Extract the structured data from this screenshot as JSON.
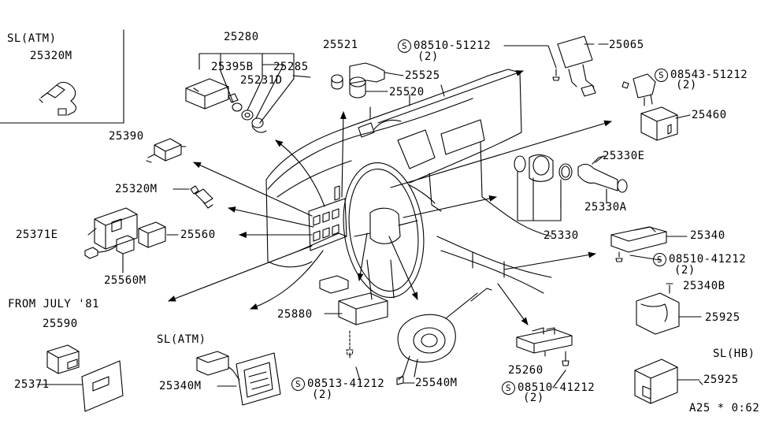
{
  "inset": {
    "condition": "SL(ATM)",
    "part": "25320M"
  },
  "parts": {
    "p25280": "25280",
    "p25395B": "25395B",
    "p25285": "25285",
    "p25231D": "25231D",
    "p25521": "25521",
    "p25525": "25525",
    "p25520": "25520",
    "p25065": "25065",
    "p25460": "25460",
    "p25390": "25390",
    "p25320M": "25320M",
    "p25371E": "25371E",
    "p25560": "25560",
    "p25560M": "25560M",
    "p25330E": "25330E",
    "p25330A": "25330A",
    "p25330": "25330",
    "p25340": "25340",
    "p25340B": "25340B",
    "p25925a": "25925",
    "p25925b": "25925",
    "p25880": "25880",
    "p25540M": "25540M",
    "p25260": "25260",
    "p25590": "25590",
    "p25371": "25371",
    "p25340M": "25340M"
  },
  "screws": {
    "s1": {
      "symbol": "S",
      "number": "08510-51212",
      "qty": "(2)"
    },
    "s2": {
      "symbol": "S",
      "number": "08543-51212",
      "qty": "(2)"
    },
    "s3": {
      "symbol": "S",
      "number": "08510-41212",
      "qty": "(2)"
    },
    "s4": {
      "symbol": "S",
      "number": "08513-41212",
      "qty": "(2)"
    },
    "s5": {
      "symbol": "S",
      "number": "08510-41212",
      "qty": "(2)"
    }
  },
  "notes": {
    "from_july": "FROM JULY '81",
    "sl_atm_bottom": "SL(ATM)",
    "sl_hb": "SL(HB)",
    "ref_code": "A25 * 0:62"
  },
  "colors": {
    "ink": "#000000",
    "paper": "#ffffff"
  }
}
